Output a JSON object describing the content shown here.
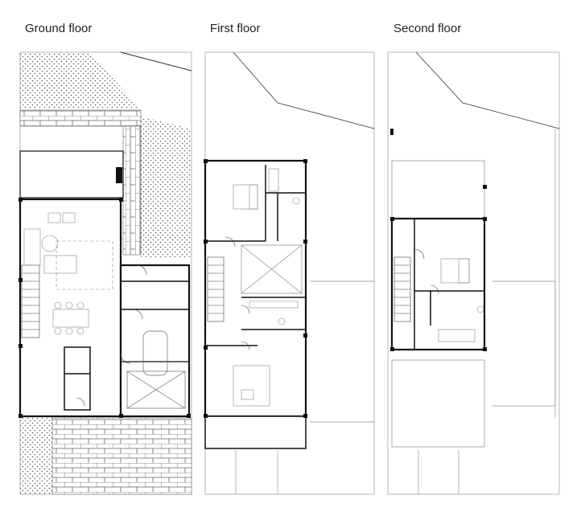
{
  "titles": {
    "ground": "Ground floor",
    "first": "First floor",
    "second": "Second floor"
  },
  "colors": {
    "wall": "#111111",
    "thin_line": "#444444",
    "brick": "#666666",
    "hatch_dot": "#555555",
    "text": "#222222"
  }
}
